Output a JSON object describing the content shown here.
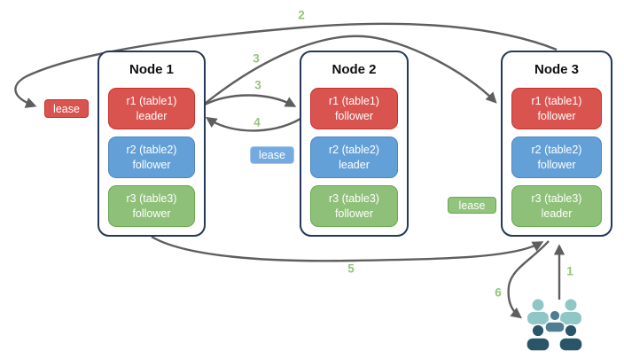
{
  "nodes": [
    {
      "title": "Node 1",
      "replicas": [
        {
          "name": "r1 (table1)",
          "role": "leader"
        },
        {
          "name": "r2 (table2)",
          "role": "follower"
        },
        {
          "name": "r3 (table3)",
          "role": "follower"
        }
      ]
    },
    {
      "title": "Node 2",
      "replicas": [
        {
          "name": "r1 (table1)",
          "role": "follower"
        },
        {
          "name": "r2 (table2)",
          "role": "leader"
        },
        {
          "name": "r3 (table3)",
          "role": "follower"
        }
      ]
    },
    {
      "title": "Node 3",
      "replicas": [
        {
          "name": "r1 (table1)",
          "role": "follower"
        },
        {
          "name": "r2 (table2)",
          "role": "follower"
        },
        {
          "name": "r3 (table3)",
          "role": "leader"
        }
      ]
    }
  ],
  "leases": {
    "table1": {
      "label": "lease",
      "color": "#d9534f"
    },
    "table2": {
      "label": "lease",
      "color": "#74aadf"
    },
    "table3": {
      "label": "lease",
      "color": "#93c47d"
    }
  },
  "steps": {
    "s1": "1",
    "s2": "2",
    "s3a": "3",
    "s3b": "3",
    "s4": "4",
    "s5": "5",
    "s6": "6"
  },
  "icons": {
    "clients": "users-group-icon"
  },
  "colors": {
    "node_border": "#24385b",
    "replica_red": "#d9534f",
    "replica_red_border": "#c9302c",
    "replica_blue": "#64a0d8",
    "replica_blue_border": "#4e86be",
    "replica_green": "#8fc079",
    "replica_green_border": "#67a84e",
    "arrow": "#5e5e5e",
    "step_label": "#93c47d",
    "users_light": "#8fc7c7",
    "users_mid": "#4e7f91",
    "users_dark": "#2a5568"
  }
}
